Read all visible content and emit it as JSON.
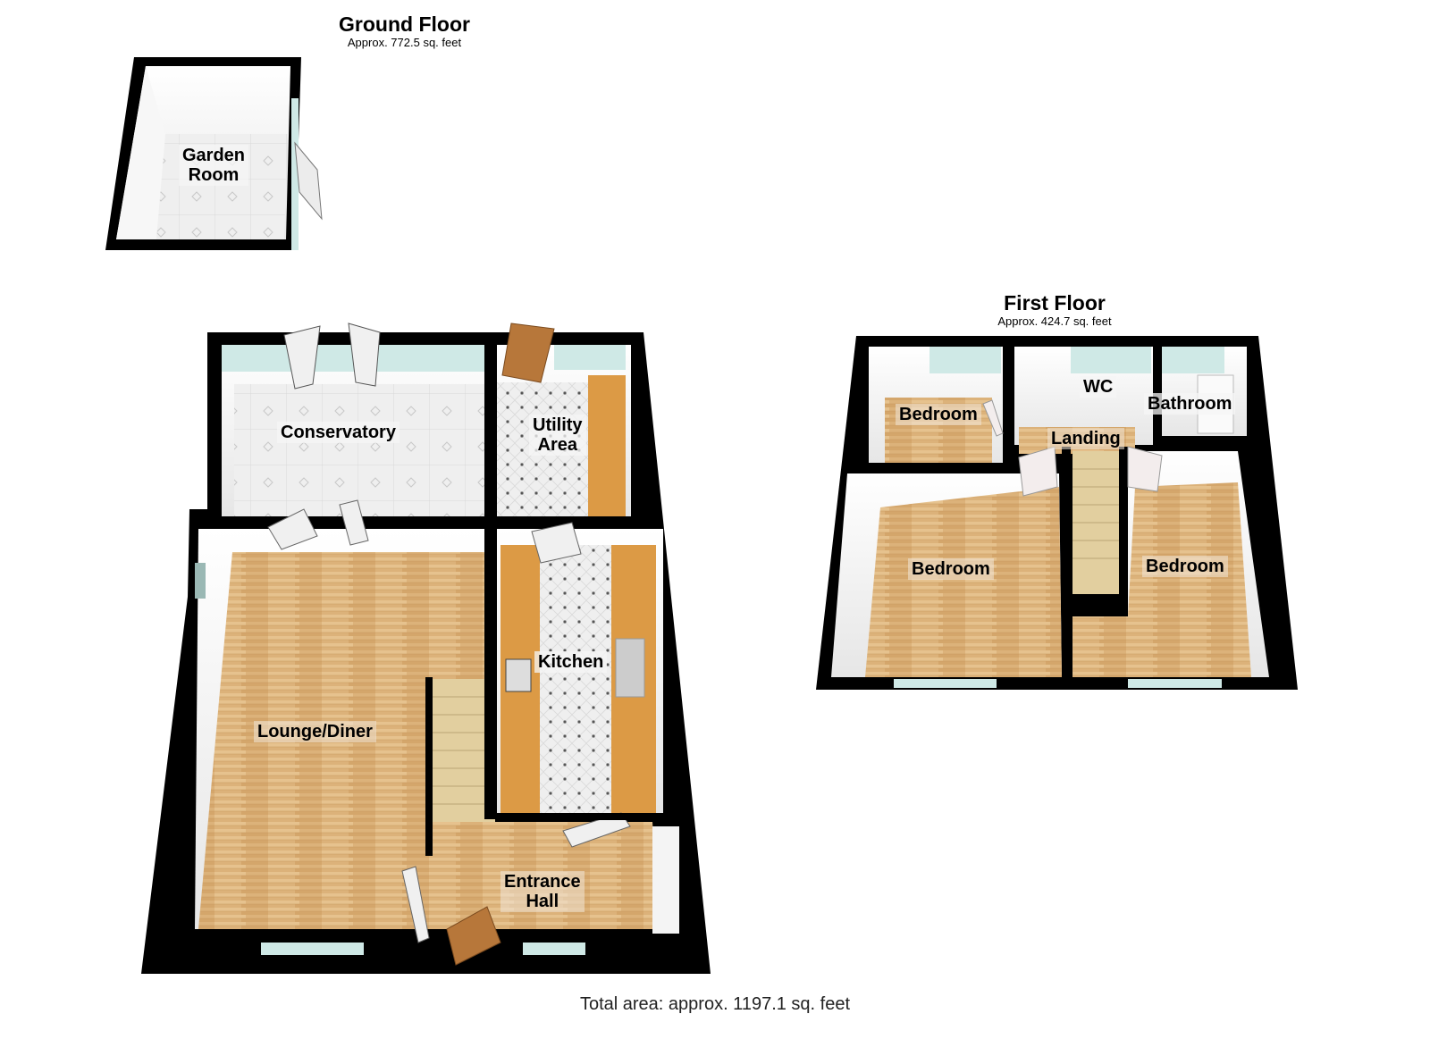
{
  "ground_floor": {
    "title": "Ground Floor",
    "area": "Approx. 772.5 sq. feet",
    "rooms": {
      "garden_room": "Garden\nRoom",
      "conservatory": "Conservatory",
      "utility_area": "Utility\nArea",
      "kitchen": "Kitchen",
      "lounge_diner": "Lounge/Diner",
      "entrance_hall": "Entrance\nHall"
    }
  },
  "first_floor": {
    "title": "First Floor",
    "area": "Approx. 424.7 sq. feet",
    "rooms": {
      "bedroom_small": "Bedroom",
      "wc": "WC",
      "bathroom": "Bathroom",
      "landing": "Landing",
      "bedroom_left": "Bedroom",
      "bedroom_right": "Bedroom"
    }
  },
  "total_area": "Total area: approx. 1197.1 sq. feet",
  "colors": {
    "wall": "#000000",
    "wall_face": "#f4f4f4",
    "wood_floor": "#dcb27a",
    "tile_floor": "#eeeeee",
    "worktop": "#dc9a45",
    "window_glass": "#cfe9e6",
    "door_wood": "#b7773a",
    "stairs": "#e2cf9f"
  }
}
